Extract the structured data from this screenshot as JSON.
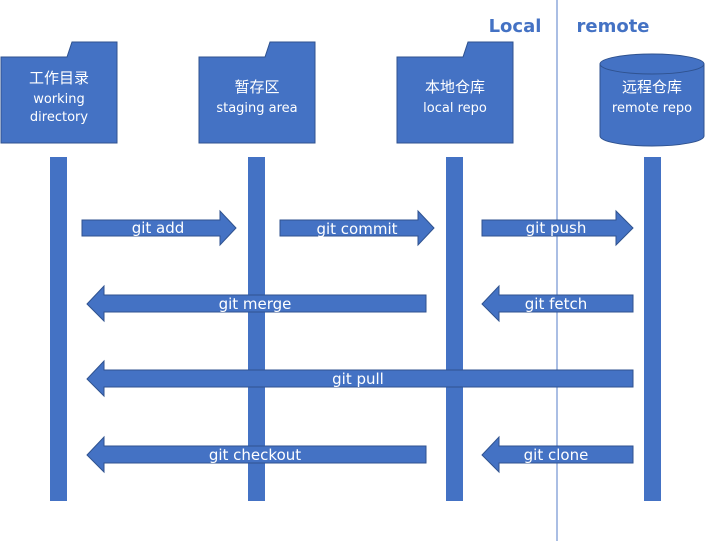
{
  "colors": {
    "primary": "#4472C4",
    "border": "#2F528F",
    "zone_text": "#4472C4",
    "divider": "#8EA9DB",
    "label_text": "#ffffff",
    "background": "#ffffff"
  },
  "zones": {
    "local": "Local",
    "remote": "remote"
  },
  "nodes": [
    {
      "id": "workdir",
      "title": "工作目录",
      "subtitle": [
        "working",
        "directory"
      ],
      "shape": "folder-icon"
    },
    {
      "id": "staging",
      "title": "暂存区",
      "subtitle": [
        "staging area"
      ],
      "shape": "folder-icon"
    },
    {
      "id": "local",
      "title": "本地仓库",
      "subtitle": [
        "local repo"
      ],
      "shape": "folder-icon"
    },
    {
      "id": "remote",
      "title": "远程仓库",
      "subtitle": [
        "remote repo"
      ],
      "shape": "database-icon"
    }
  ],
  "arrows": [
    {
      "label": "git add",
      "from": "workdir",
      "to": "staging"
    },
    {
      "label": "git commit",
      "from": "staging",
      "to": "local"
    },
    {
      "label": "git push",
      "from": "local",
      "to": "remote"
    },
    {
      "label": "git merge",
      "from": "local",
      "to": "workdir"
    },
    {
      "label": "git fetch",
      "from": "remote",
      "to": "local"
    },
    {
      "label": "git pull",
      "from": "remote",
      "to": "workdir"
    },
    {
      "label": "git checkout",
      "from": "local",
      "to": "workdir"
    },
    {
      "label": "git clone",
      "from": "remote",
      "to": "local"
    }
  ]
}
